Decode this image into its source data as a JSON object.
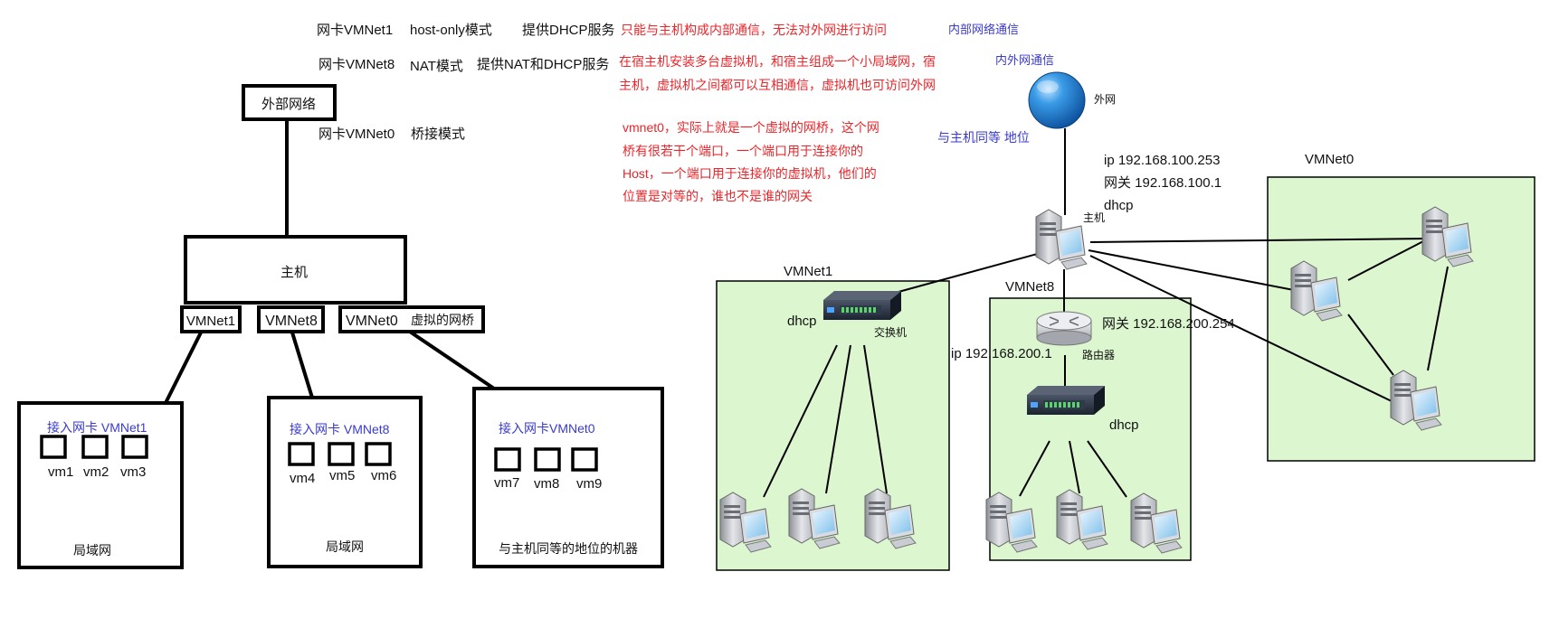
{
  "notes": {
    "line1": {
      "nic": "网卡VMNet1",
      "mode": "host-only模式",
      "service": "提供DHCP服务",
      "desc": "只能与主机构成内部通信，无法对外网进行访问",
      "tag": "内部网络通信"
    },
    "line2": {
      "nic": "网卡VMNet8",
      "mode": "NAT模式",
      "service": "提供NAT和DHCP服务",
      "desc_1": "在宿主机安装多台虚拟机，和宿主组成一个小局域网，宿",
      "desc_2": "主机，虚拟机之间都可以互相通信，虚拟机也可访问外网",
      "tag": "内外网通信"
    },
    "line3": {
      "nic": "网卡VMNet0",
      "mode": "桥接模式"
    },
    "bridge_desc": [
      "vmnet0，实际上就是一个虚拟的网桥，这个网",
      "桥有很若干个端口，一个端口用于连接你的",
      "Host，一个端口用于连接你的虚拟机，他们的",
      "位置是对等的，谁也不是谁的网关"
    ],
    "bridge_tag": "与主机同等 地位"
  },
  "left_diagram": {
    "external": "外部网络",
    "host": "主机",
    "ports": {
      "vmnet1": "VMNet1",
      "vmnet8": "VMNet8",
      "vmnet0": "VMNet0",
      "bridge_label": "虚拟的网桥"
    },
    "groups": [
      {
        "title": "接入网卡  VMNet1",
        "vms": [
          "vm1",
          "vm2",
          "vm3"
        ],
        "footer": "局域网"
      },
      {
        "title": "接入网卡  VMNet8",
        "vms": [
          "vm4",
          "vm5",
          "vm6"
        ],
        "footer": "局域网"
      },
      {
        "title": "接入网卡VMNet0",
        "vms": [
          "vm7",
          "vm8",
          "vm9"
        ],
        "footer": "与主机同等的地位的机器"
      }
    ]
  },
  "right_diagram": {
    "internet": "外网",
    "host_label": "主机",
    "host_info": [
      "ip  192.168.100.253",
      "网关 192.168.100.1",
      "dhcp"
    ],
    "vmnet1": {
      "title": "VMNet1",
      "dhcp": "dhcp",
      "switch": "交换机"
    },
    "vmnet8": {
      "title": "VMNet8",
      "gateway": "网关 192.168.200.254",
      "ip": "ip 192.168.200.1",
      "router": "路由器",
      "dhcp": "dhcp"
    },
    "vmnet0": {
      "title": "VMNet0"
    }
  },
  "colors": {
    "red_text": "#e8262b",
    "blue_text": "#3a3ad0",
    "zone_fill": "#dcf7cf",
    "globe": "#1f7fd6"
  },
  "icons": [
    "globe-icon",
    "server-icon",
    "switch-icon",
    "router-icon"
  ]
}
